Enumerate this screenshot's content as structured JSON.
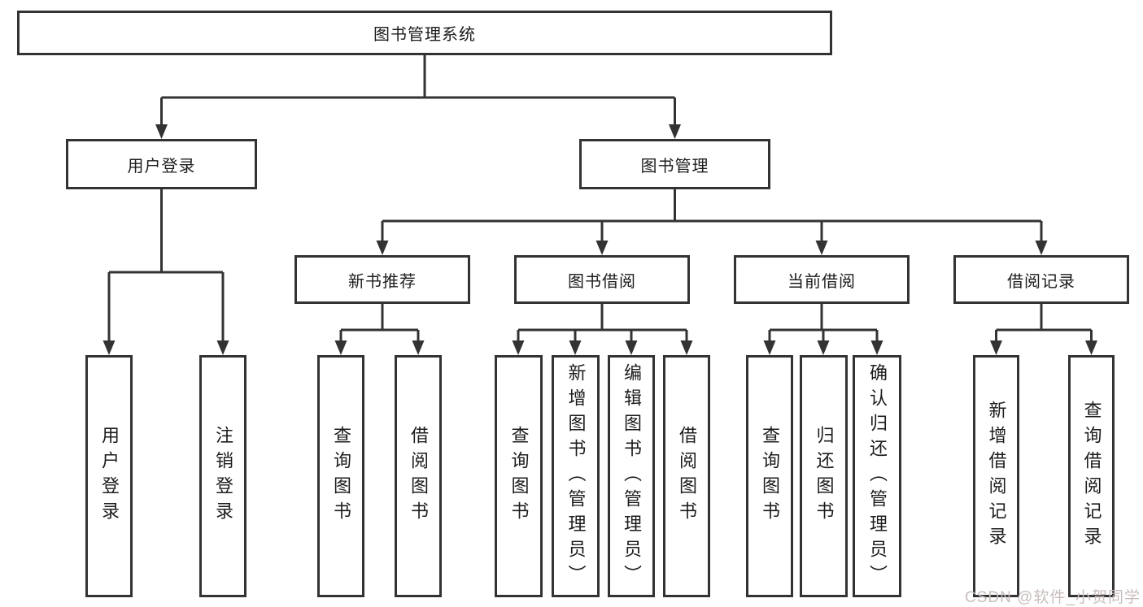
{
  "diagram": {
    "root": {
      "label": "图书管理系统"
    },
    "branches": [
      {
        "label": "用户登录",
        "children": [
          {
            "label": "用户登录"
          },
          {
            "label": "注销登录"
          }
        ]
      },
      {
        "label": "图书管理",
        "groups": [
          {
            "label": "新书推荐",
            "children": [
              {
                "label": "查询图书"
              },
              {
                "label": "借阅图书"
              }
            ]
          },
          {
            "label": "图书借阅",
            "children": [
              {
                "label": "查询图书"
              },
              {
                "label": "新增图书（管理员）"
              },
              {
                "label": "编辑图书（管理员）"
              },
              {
                "label": "借阅图书"
              }
            ]
          },
          {
            "label": "当前借阅",
            "children": [
              {
                "label": "查询图书"
              },
              {
                "label": "归还图书"
              },
              {
                "label": "确认归还（管理员）"
              }
            ]
          },
          {
            "label": "借阅记录",
            "children": [
              {
                "label": "新增借阅记录"
              },
              {
                "label": "查询借阅记录"
              }
            ]
          }
        ]
      }
    ]
  },
  "watermark": {
    "text": "CSDN @软件_小贺同学"
  },
  "colors": {
    "line": "#333333",
    "box_border": "#333333",
    "box_background": "#ffffff",
    "text": "#1c1c1c",
    "watermark": "#c8bdbd",
    "background": "#ffffff"
  }
}
